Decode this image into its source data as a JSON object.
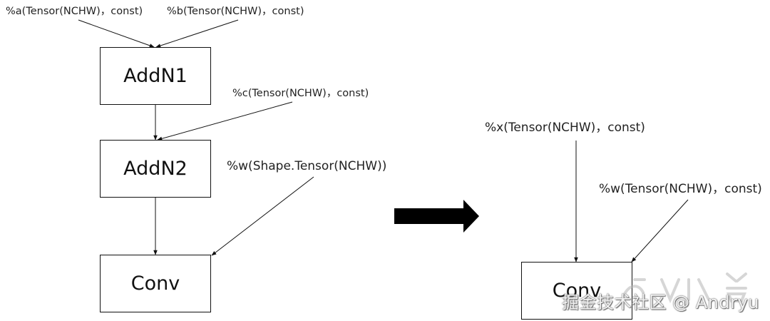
{
  "left_graph": {
    "inputs": {
      "a": "%a(Tensor(NCHW)，const)",
      "b": "%b(Tensor(NCHW)，const)",
      "c": "%c(Tensor(NCHW)，const)",
      "w": "%w(Shape.Tensor(NCHW))"
    },
    "nodes": {
      "addn1": "AddN1",
      "addn2": "AddN2",
      "conv": "Conv"
    }
  },
  "right_graph": {
    "inputs": {
      "x": "%x(Tensor(NCHW)，const)",
      "w": "%w(Tensor(NCHW)，const)"
    },
    "nodes": {
      "conv": "Conv"
    }
  },
  "transform_arrow_icon": "right-arrow-icon",
  "colors": {
    "stroke": "#111111",
    "background": "#ffffff"
  },
  "watermark": {
    "text": "掘金技术社区 @ Andryu"
  }
}
